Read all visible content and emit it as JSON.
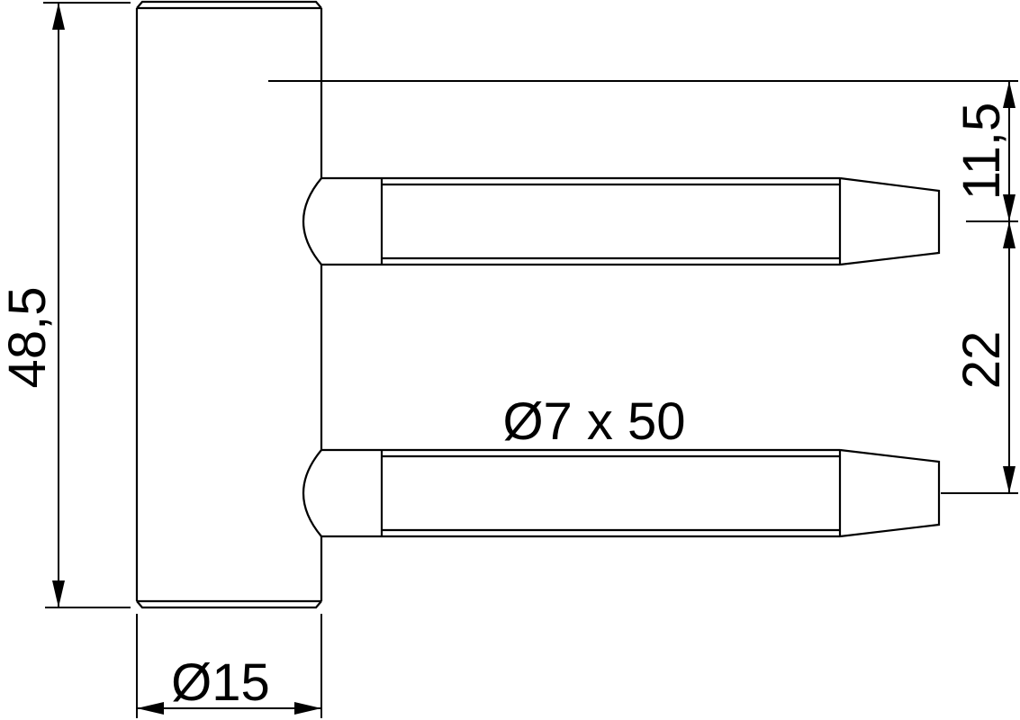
{
  "drawing": {
    "kind": "technical-dimension-drawing",
    "colors": {
      "background": "#ffffff",
      "line": "#000000"
    },
    "labels": {
      "overall_height": "48,5",
      "body_diameter": "Ø15",
      "pin_spec": "Ø7 x 50",
      "top_edge_to_first_pin_axis": "11,5",
      "pin_axis_to_pin_axis": "22"
    }
  }
}
